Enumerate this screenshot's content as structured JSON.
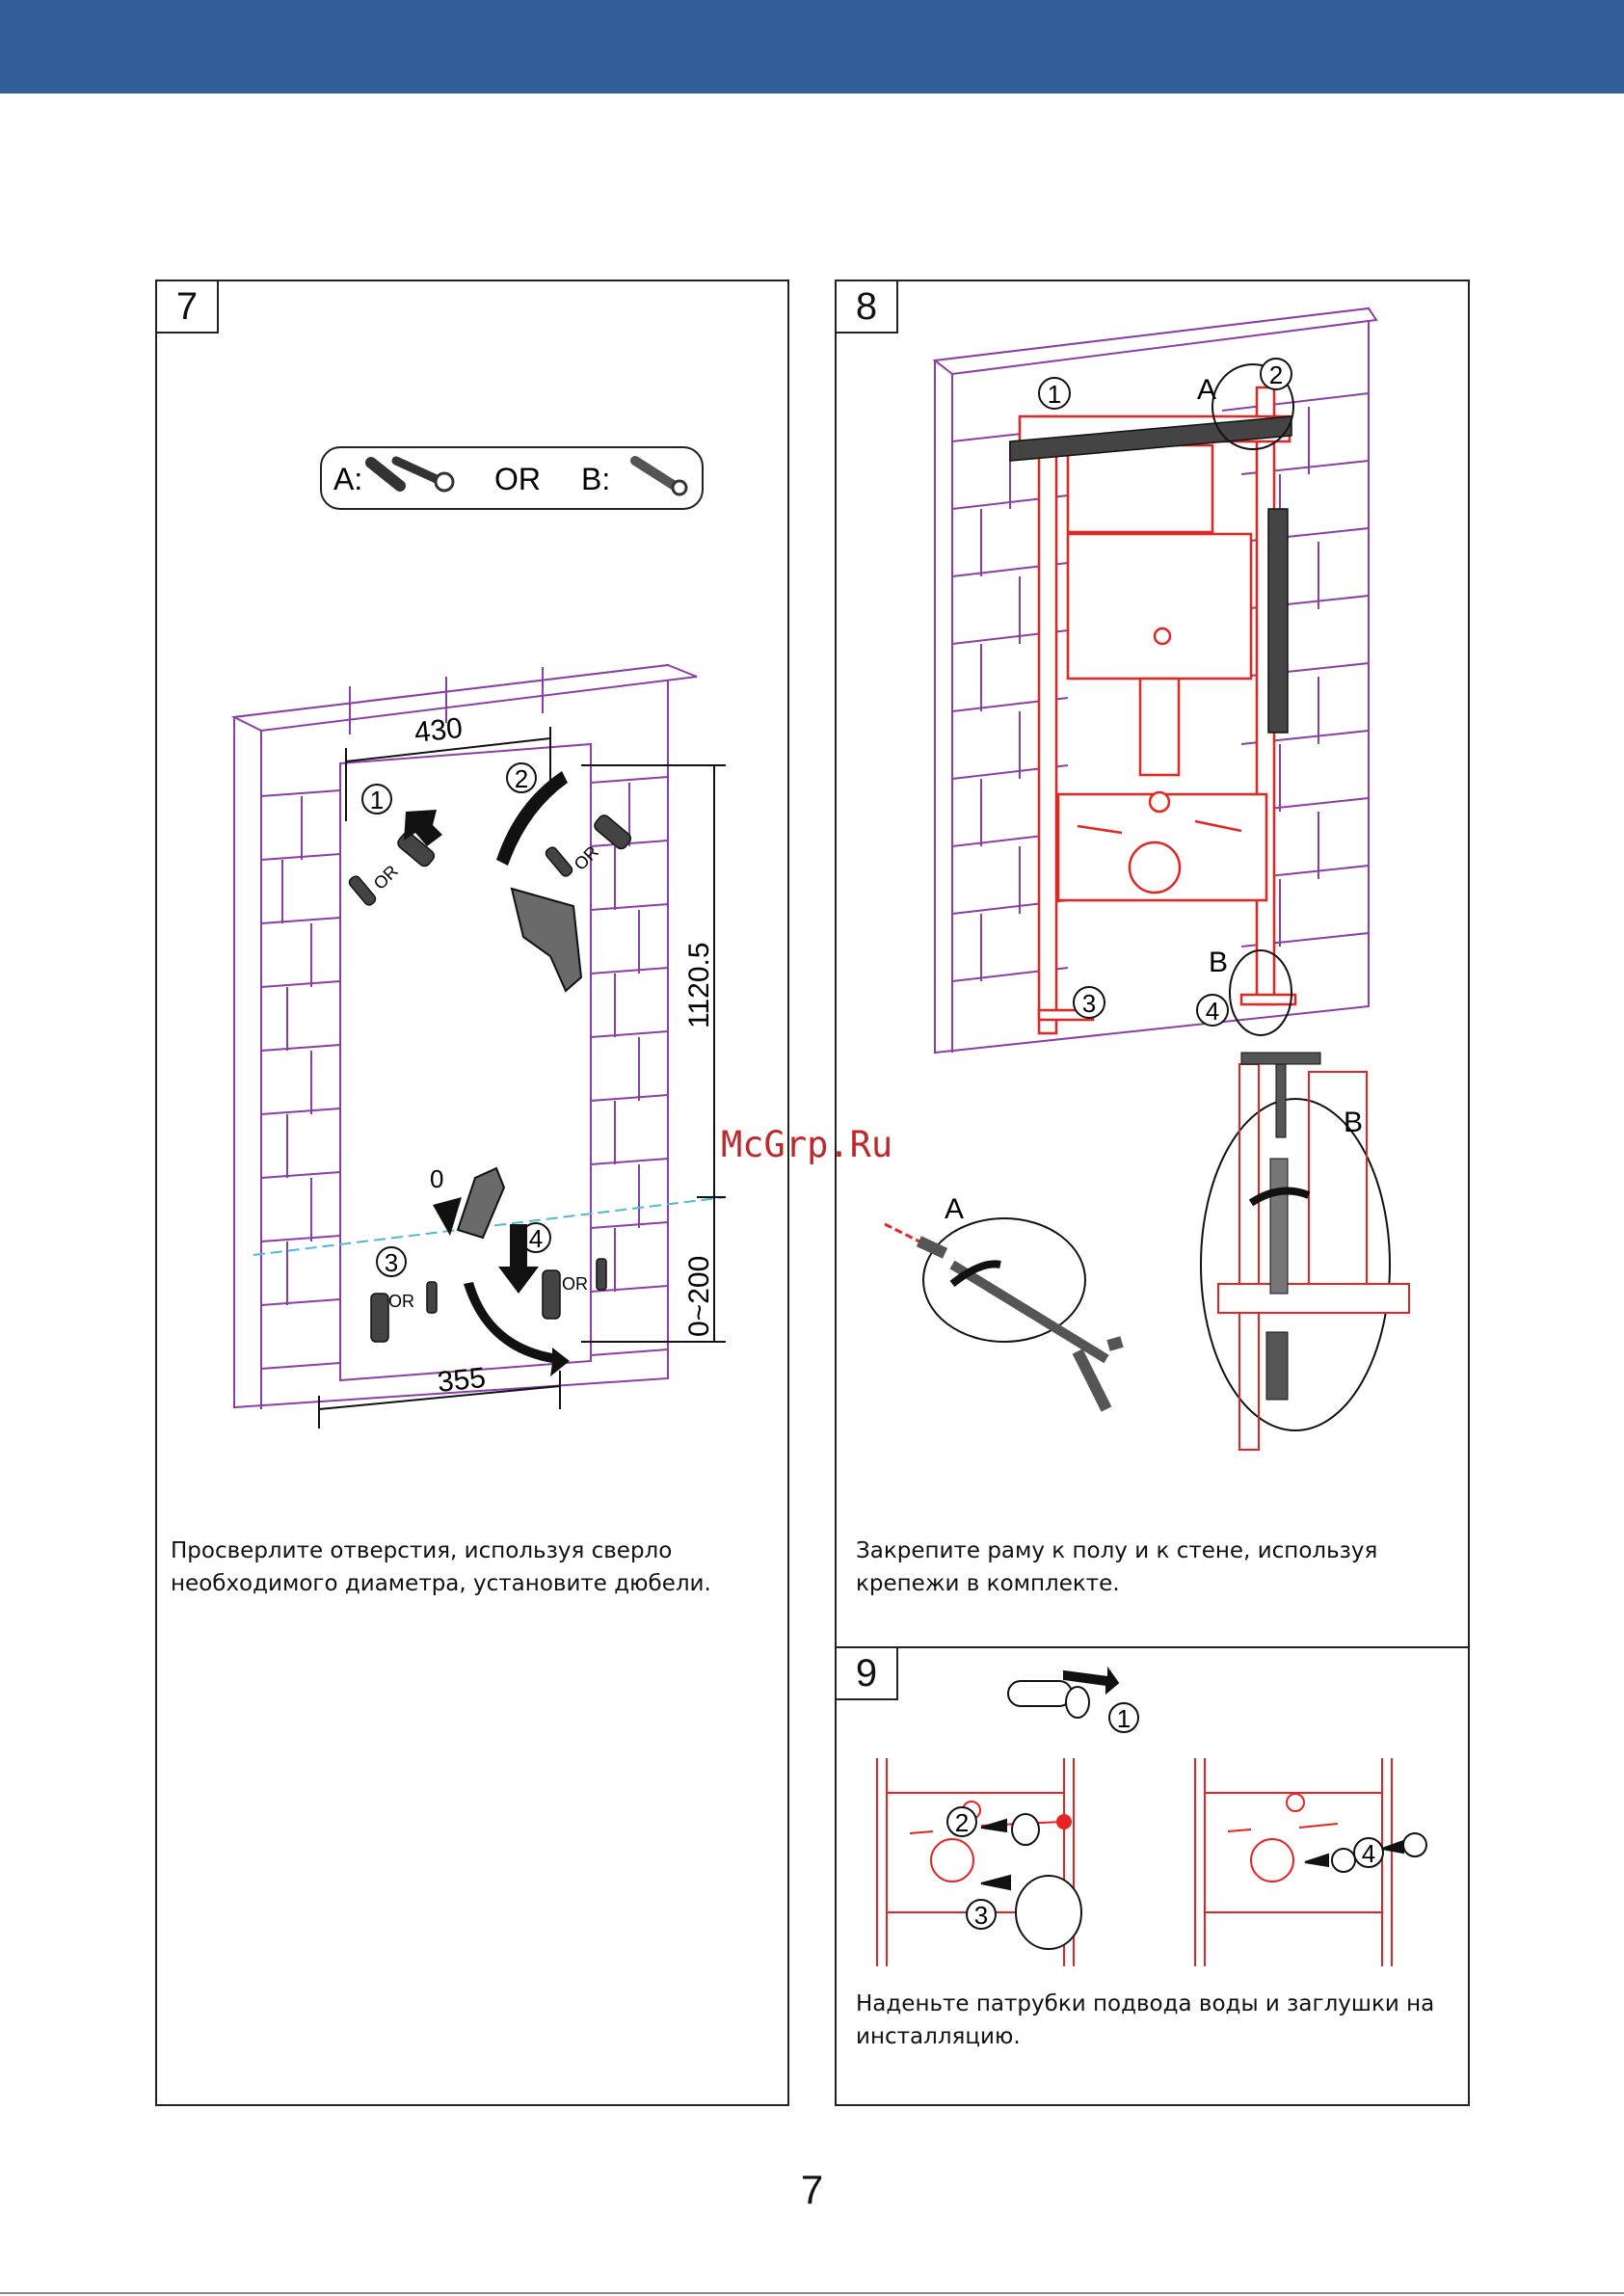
{
  "panels": {
    "step7": {
      "number": "7",
      "fastener_a_label": "A:",
      "fastener_or": "OR",
      "fastener_b_label": "B:",
      "dim_width_top": "430",
      "dim_width_bottom": "355",
      "dim_height": "1120.5",
      "dim_floor": "0~200",
      "marker_1": "1",
      "marker_2": "2",
      "marker_3": "3",
      "marker_4": "4",
      "marker_zero": "0",
      "or_label": "OR",
      "description_line1": "Просверлите отверстия, используя сверло",
      "description_line2": "необходимого диаметра, установите дюбели."
    },
    "step8": {
      "number": "8",
      "label_a": "A",
      "label_b": "B",
      "marker_1": "1",
      "marker_2": "2",
      "marker_3": "3",
      "marker_4": "4",
      "description_line1": "Закрепите раму к полу и к стене, используя",
      "description_line2": "крепежи в комплекте."
    },
    "step9": {
      "number": "9",
      "marker_1": "1",
      "marker_2": "2",
      "marker_3": "3",
      "marker_4": "4",
      "description_line1": "Наденьте патрубки подвода воды и заглушки на",
      "description_line2": "инсталляцию."
    }
  },
  "watermark": "McGrp.Ru",
  "page_number": "7",
  "colors": {
    "band": "#325f98",
    "wall": "#8b3fa6",
    "frame": "#e52521",
    "dark": "#444444",
    "dash": "#4fb8d8"
  }
}
